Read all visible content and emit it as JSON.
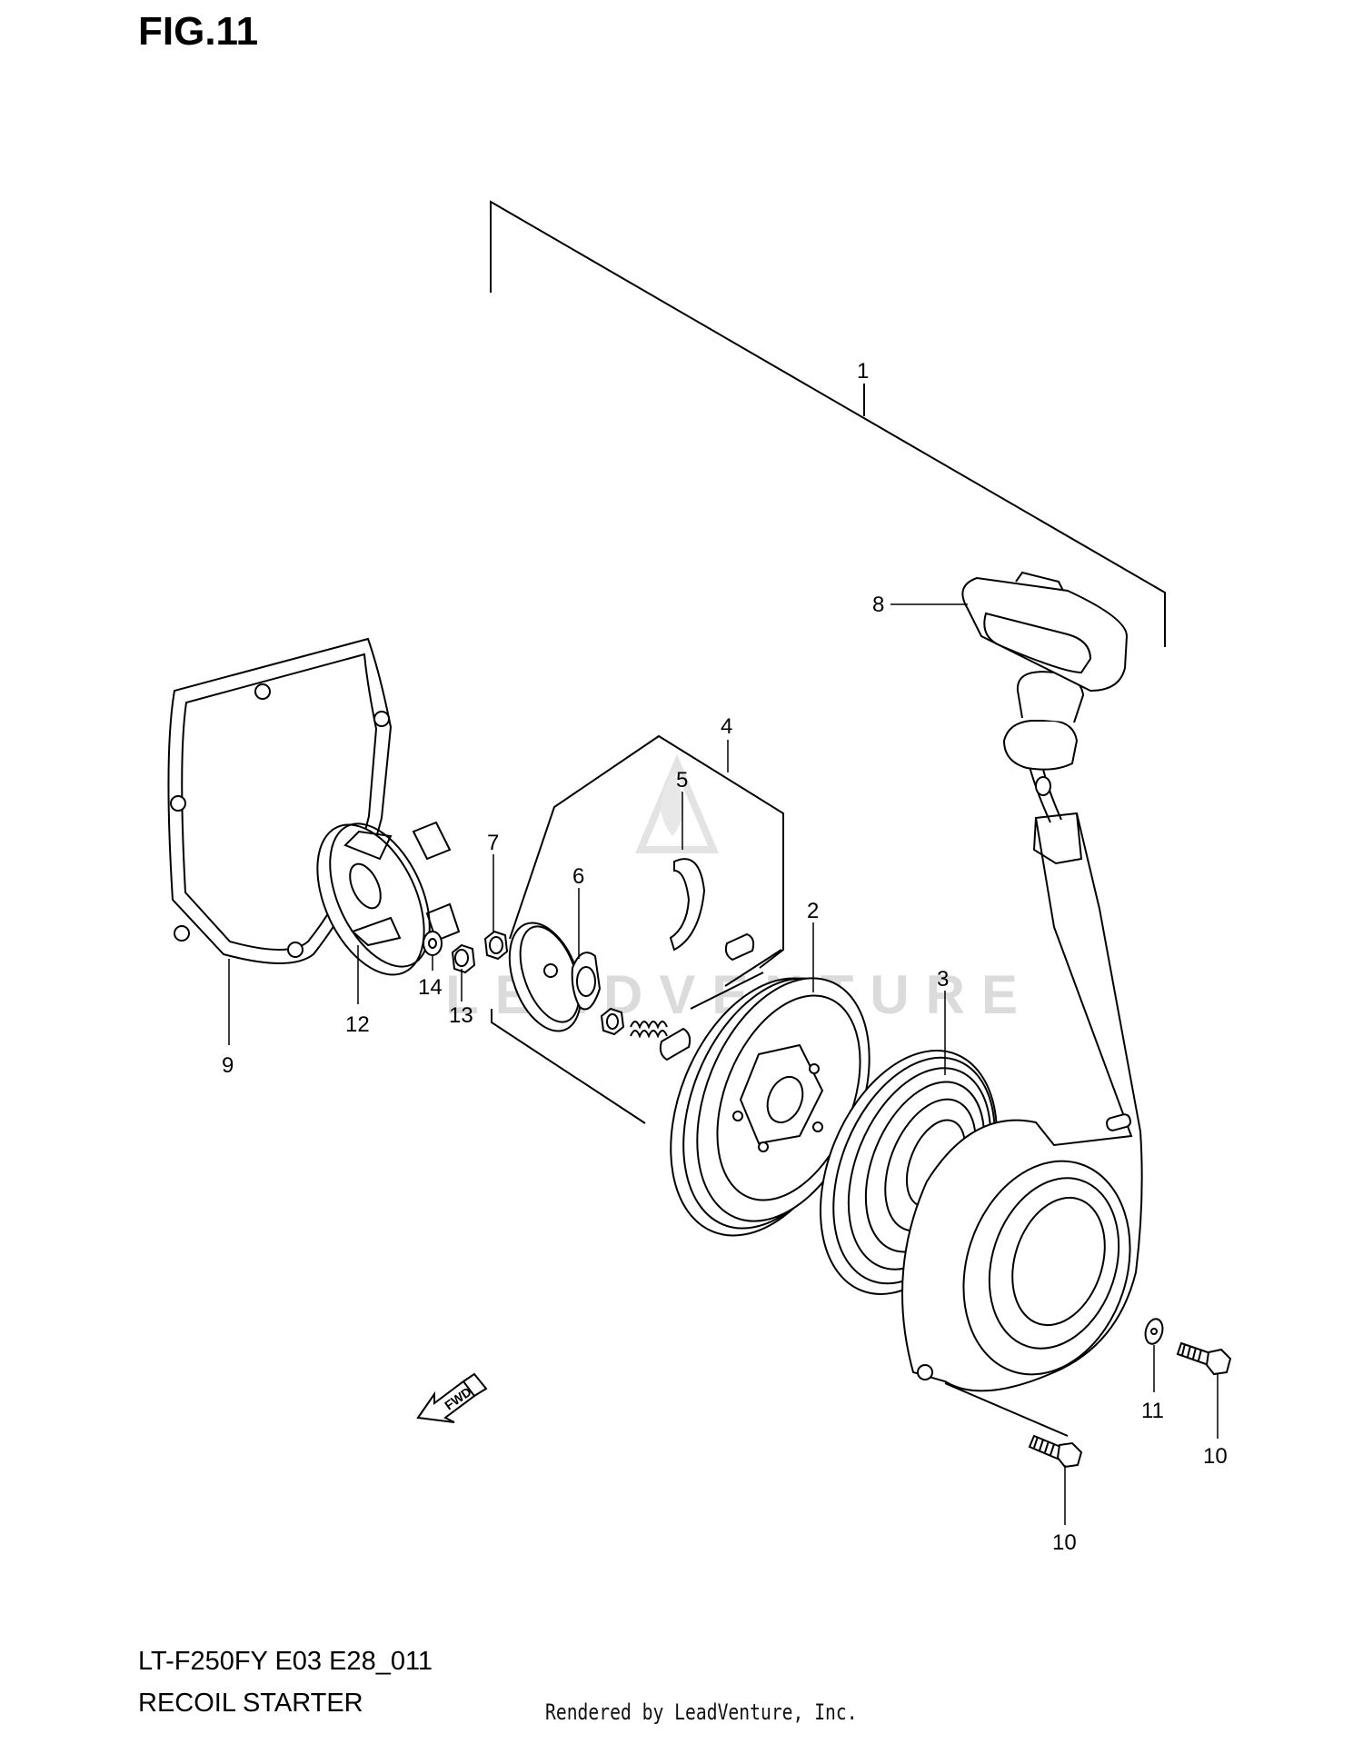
{
  "figure": {
    "title": "FIG.11"
  },
  "footer": {
    "model_code": "LT-F250FY E03 E28_011",
    "diagram_title": "RECOIL STARTER",
    "rendered_by": "Rendered by LeadVenture, Inc."
  },
  "watermark": {
    "text": "LEADVENTURE",
    "color": "#d8d8d8"
  },
  "callouts": {
    "c1": "1",
    "c2": "2",
    "c3": "3",
    "c4": "4",
    "c5": "5",
    "c6": "6",
    "c7": "7",
    "c8": "8",
    "c9": "9",
    "c10a": "10",
    "c10b": "10",
    "c11": "11",
    "c12": "12",
    "c13": "13",
    "c14": "14"
  },
  "fwd_arrow": {
    "label": "FWD"
  }
}
